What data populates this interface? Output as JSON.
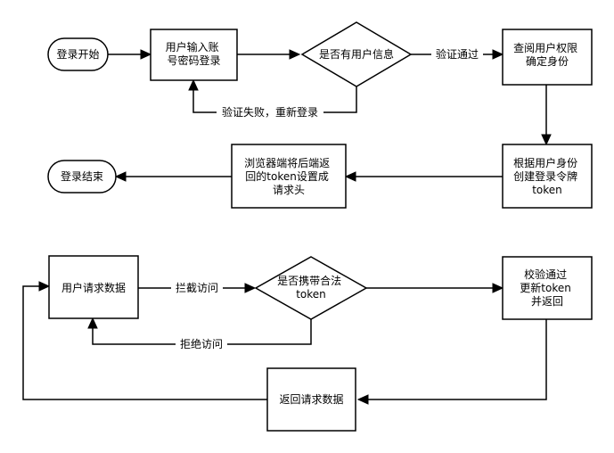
{
  "nodes": {
    "login_start": [
      "登录开始"
    ],
    "input_credentials": [
      "用户输入账",
      "号密码登录"
    ],
    "check_user_info": [
      "是否有用户信息"
    ],
    "check_permission": [
      "查阅用户权限",
      "确定身份"
    ],
    "create_token": [
      "根据用户身份",
      "创建登录令牌",
      "token"
    ],
    "browser_set_token": [
      "浏览器端将后端返",
      "回的token设置成",
      "请求头"
    ],
    "login_end": [
      "登录结束"
    ],
    "user_request": [
      "用户请求数据"
    ],
    "check_token": [
      "是否携带合法",
      "token"
    ],
    "verify_update": [
      "校验通过",
      "更新token",
      "并返回"
    ],
    "return_data": [
      "返回请求数据"
    ]
  },
  "edge_labels": {
    "verify_pass": "验证通过",
    "verify_fail": "验证失败，重新登录",
    "intercept": "拦截访问",
    "reject": "拒绝访问"
  }
}
